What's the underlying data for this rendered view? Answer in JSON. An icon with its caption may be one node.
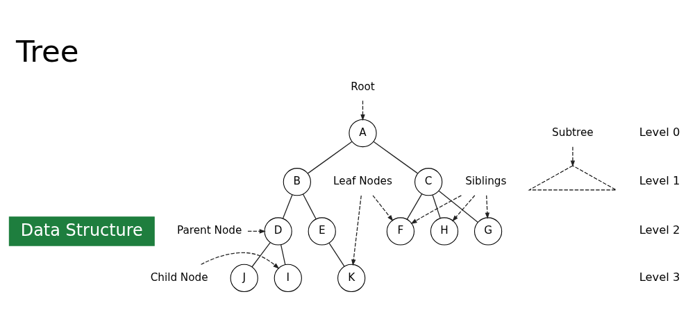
{
  "diagram": {
    "title": "Tree",
    "nodes": [
      {
        "text": [
          "Data Structure"
        ]
      },
      {
        "text": [
          "Root"
        ]
      },
      {
        "text": [
          "A"
        ]
      },
      {
        "text": [
          "B"
        ]
      },
      {
        "text": [
          "C"
        ]
      },
      {
        "text": [
          "D"
        ]
      },
      {
        "text": [
          "E"
        ]
      },
      {
        "text": [
          "F"
        ]
      },
      {
        "text": [
          "G"
        ]
      },
      {
        "text": [
          "H"
        ]
      },
      {
        "text": [
          "I"
        ]
      },
      {
        "text": [
          "J"
        ]
      },
      {
        "text": [
          "K"
        ]
      },
      {
        "text": [
          "Parent Node"
        ]
      },
      {
        "text": [
          "Child Node"
        ]
      },
      {
        "text": [],
        "shape": "triangle"
      },
      {
        "text": [
          "Subtree"
        ]
      },
      {
        "text": [
          "Leaf Nodes"
        ]
      },
      {
        "text": [
          "Siblings"
        ]
      }
    ],
    "edges": [
      {
        "from": 1,
        "to": 2,
        "arrow": "to",
        "style": "dashed"
      },
      {
        "from": 2,
        "to": 3,
        "arrow": "none"
      },
      {
        "from": 2,
        "to": 4,
        "arrow": "none"
      },
      {
        "from": 3,
        "to": 5,
        "arrow": "none"
      },
      {
        "from": 3,
        "to": 6,
        "arrow": "none"
      },
      {
        "from": 4,
        "to": 7,
        "arrow": "none"
      },
      {
        "from": 4,
        "to": 8,
        "arrow": "none"
      },
      {
        "from": 4,
        "to": 9,
        "arrow": "none"
      },
      {
        "from": 5,
        "to": 10,
        "arrow": "none"
      },
      {
        "from": 5,
        "to": 11,
        "arrow": "none"
      },
      {
        "from": 6,
        "to": 12,
        "arrow": "none"
      },
      {
        "from": 13,
        "to": 5,
        "arrow": "to",
        "style": "dashed"
      },
      {
        "from": 14,
        "to": 10,
        "arrow": "to",
        "style": "dashed"
      },
      {
        "from": 16,
        "to": 15,
        "arrow": "to",
        "style": "dashed"
      },
      {
        "from": 17,
        "to": 12,
        "arrow": "to",
        "style": "dashed"
      },
      {
        "from": 17,
        "to": 7,
        "arrow": "to",
        "style": "dashed"
      },
      {
        "from": 18,
        "to": 7,
        "arrow": "to",
        "style": "dashed"
      },
      {
        "from": 18,
        "to": 8,
        "arrow": "to",
        "style": "dashed"
      },
      {
        "from": 18,
        "to": 9,
        "arrow": "to",
        "style": "dashed"
      }
    ],
    "labels": [
      "Level 0",
      "Level 1",
      "Level 2",
      "Level 3"
    ]
  }
}
